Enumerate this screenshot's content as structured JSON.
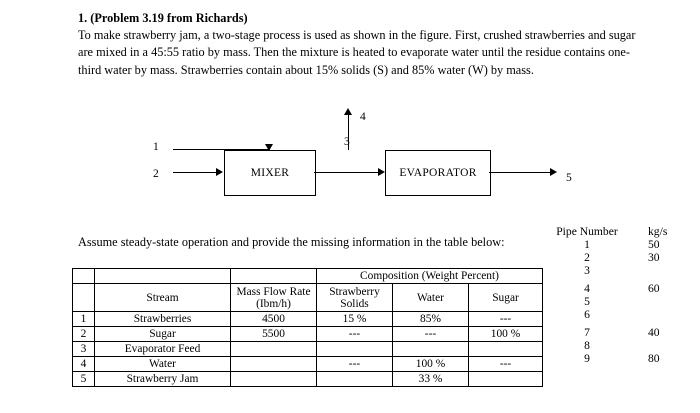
{
  "problem": {
    "title": "1. (Problem 3.19 from Richards)",
    "body": "To make strawberry jam, a two-stage process is used as shown in the figure. First, crushed strawberries and sugar are mixed in a 45:55 ratio by mass. Then the mixture is heated to evaporate water until the residue contains one-third water by mass. Strawberries contain about 15% solids (S) and 85% water (W) by mass."
  },
  "diagram": {
    "mixer_label": "MIXER",
    "evaporator_label": "EVAPORATOR",
    "stream_labels": {
      "s1": "1",
      "s2": "2",
      "s3": "3",
      "s4": "4",
      "s5": "5"
    }
  },
  "assume_line": "Assume steady-state operation and provide the missing information in the table below:",
  "pipe_list": {
    "header_left": "Pipe Number",
    "header_right": "kg/s",
    "rows": [
      {
        "num": "1",
        "val": "50"
      },
      {
        "num": "2",
        "val": "30"
      },
      {
        "num": "3",
        "val": ""
      },
      {
        "num": "4",
        "val": "60"
      },
      {
        "num": "5",
        "val": ""
      },
      {
        "num": "6",
        "val": ""
      },
      {
        "num": "7",
        "val": "40"
      },
      {
        "num": "8",
        "val": ""
      },
      {
        "num": "9",
        "val": "80"
      }
    ]
  },
  "table": {
    "composition_header": "Composition (Weight Percent)",
    "headers": {
      "index": "",
      "stream": "Stream",
      "mass_flow": "Mass Flow Rate (Ibm/h)",
      "solids": "Strawberry Solids",
      "water": "Water",
      "sugar": "Sugar"
    },
    "rows": [
      {
        "idx": "1",
        "stream": "Strawberries",
        "mass": "4500",
        "solids": "15 %",
        "water": "85%",
        "sugar": "---"
      },
      {
        "idx": "2",
        "stream": "Sugar",
        "mass": "5500",
        "solids": "---",
        "water": "---",
        "sugar": "100 %"
      },
      {
        "idx": "3",
        "stream": "Evaporator Feed",
        "mass": "",
        "solids": "",
        "water": "",
        "sugar": ""
      },
      {
        "idx": "4",
        "stream": "Water",
        "mass": "",
        "solids": "---",
        "water": "100 %",
        "sugar": "---"
      },
      {
        "idx": "5",
        "stream": "Strawberry Jam",
        "mass": "",
        "solids": "",
        "water": "33 %",
        "sugar": ""
      }
    ]
  }
}
